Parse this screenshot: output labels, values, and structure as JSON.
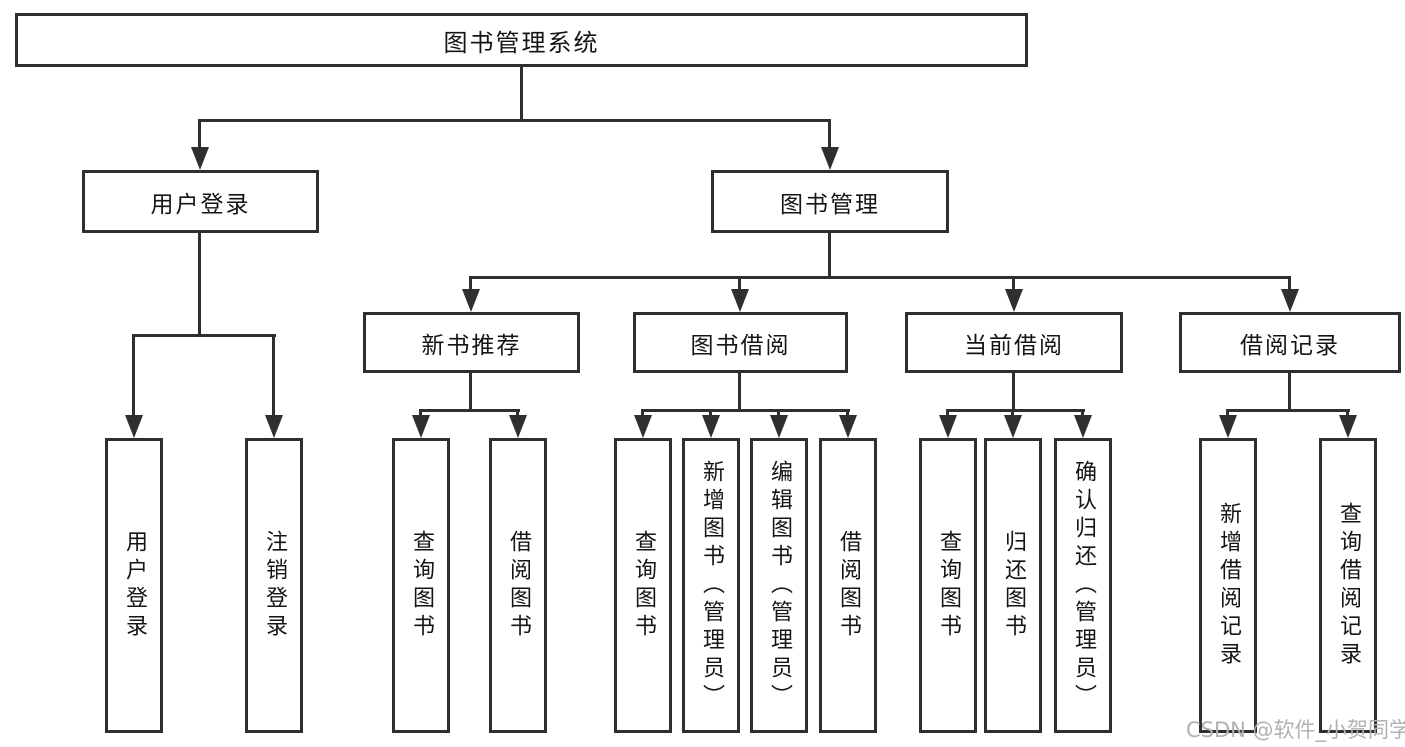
{
  "diagram": {
    "nodes": {
      "root": "图书管理系统",
      "user_login": "用户登录",
      "book_mgmt": "图书管理",
      "new_book_rec": "新书推荐",
      "book_borrow": "图书借阅",
      "current_borrow": "当前借阅",
      "borrow_records": "借阅记录",
      "a1": "用户登录",
      "a2": "注销登录",
      "b1": "查询图书",
      "b2": "借阅图书",
      "c1": "查询图书",
      "c2": "新增图书（管理员）",
      "c3": "编辑图书（管理员）",
      "c4": "借阅图书",
      "d1": "查询图书",
      "d2": "归还图书",
      "d3": "确认归还（管理员）",
      "e1": "新增借阅记录",
      "e2": "查询借阅记录"
    },
    "watermark": "CSDN @软件_小贺同学",
    "colors": {
      "line": "#2f2f2f",
      "box_fill": "#ffffff",
      "text": "#151515",
      "watermark": "#b2b2b2"
    }
  }
}
